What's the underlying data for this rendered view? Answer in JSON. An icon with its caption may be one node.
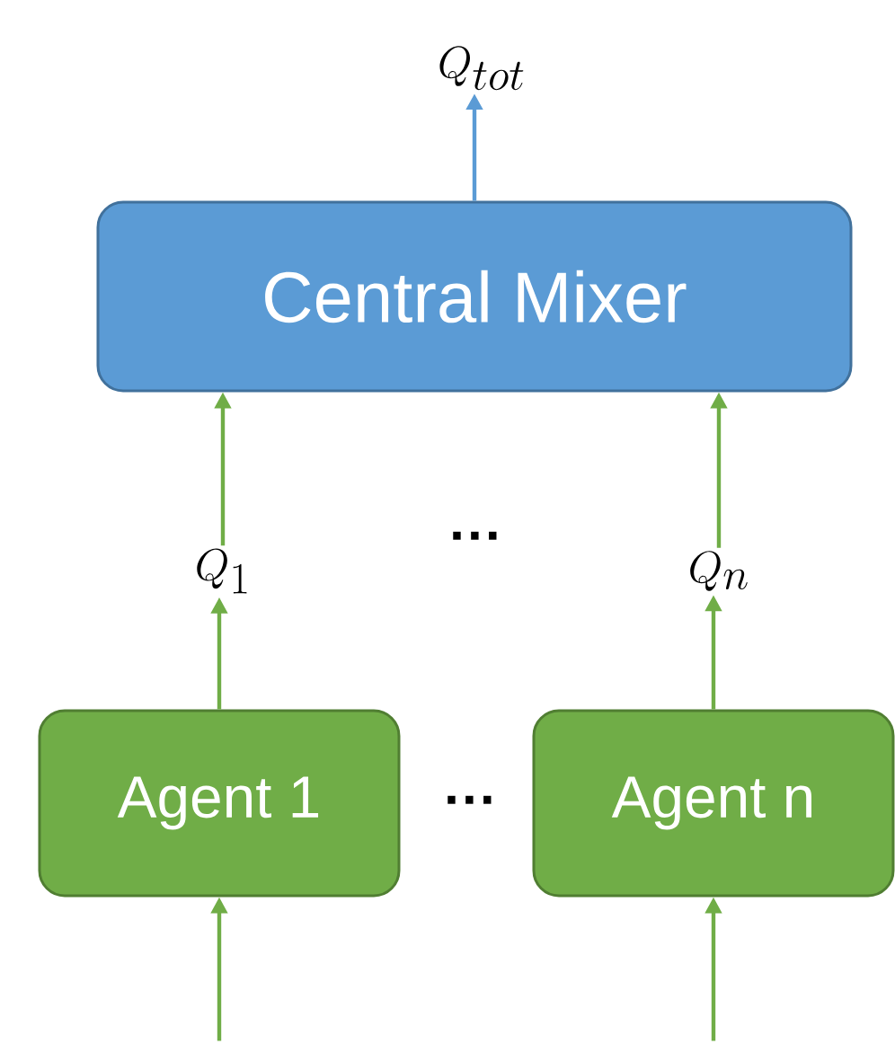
{
  "diagram": {
    "nodes": [
      {
        "text": [
          "Central Mixer"
        ]
      },
      {
        "text": [
          "Agent 1"
        ]
      },
      {
        "text": [
          "Agent n"
        ]
      },
      {
        "text": [
          "Q_1"
        ]
      },
      {
        "text": [
          "Q_n"
        ]
      },
      {
        "text": [
          "Q_{tot}"
        ]
      }
    ],
    "edges": [
      {
        "from": null,
        "to": 1,
        "arrow": "to"
      },
      {
        "from": null,
        "to": 2,
        "arrow": "to"
      },
      {
        "from": 1,
        "to": 3,
        "arrow": "to"
      },
      {
        "from": 2,
        "to": 4,
        "arrow": "to"
      },
      {
        "from": 3,
        "to": 0,
        "arrow": "to"
      },
      {
        "from": 4,
        "to": 0,
        "arrow": "to"
      },
      {
        "from": 0,
        "to": 5,
        "arrow": "to",
        "color": "#5b9bd5"
      }
    ],
    "labels": [
      "···",
      "···"
    ]
  }
}
